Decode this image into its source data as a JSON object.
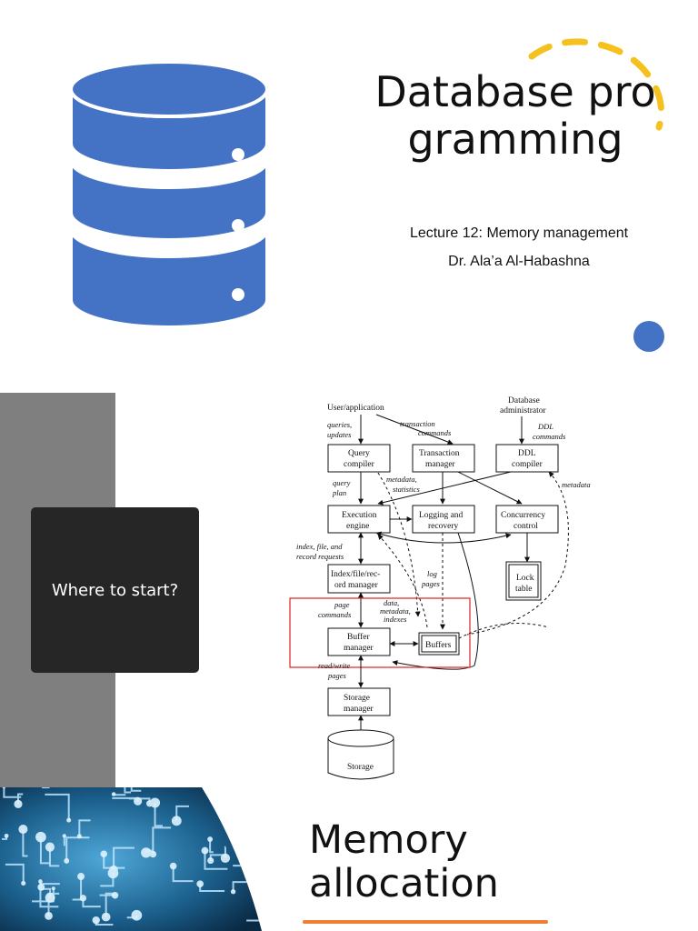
{
  "colors": {
    "db_blue": "#4472C4",
    "db_stroke": "#2F5597",
    "accent_yellow": "#F5C11E",
    "accent_blue": "#4472C4",
    "gray_band": "#7F7F7F",
    "dark_card": "#262626",
    "highlight_red": "#E02020",
    "underline_orange": "#ED7D31",
    "circuit_bg": "#0A2A44"
  },
  "icons": {
    "database": "database-icon",
    "circuit": "circuit-board-image"
  },
  "slide1": {
    "title": "Database programming",
    "lecture": "Lecture 12: Memory management",
    "author": "Dr. Ala’a Al-Habashna"
  },
  "slide2": {
    "card_text": "Where to start?",
    "diagram": {
      "user_application": "User/application",
      "database_admin_1": "Database",
      "database_admin_2": "administrator",
      "queries_1": "queries,",
      "queries_2": "updates",
      "transaction_commands_1": "transaction",
      "transaction_commands_2": "commands",
      "ddl_commands_1": "DDL",
      "ddl_commands_2": "commands",
      "query_compiler_1": "Query",
      "query_compiler_2": "compiler",
      "transaction_manager_1": "Transaction",
      "transaction_manager_2": "manager",
      "ddl_compiler_1": "DDL",
      "ddl_compiler_2": "compiler",
      "query_plan_1": "query",
      "query_plan_2": "plan",
      "metadata_statistics_1": "metadata,",
      "metadata_statistics_2": "statistics",
      "metadata": "metadata",
      "execution_engine_1": "Execution",
      "execution_engine_2": "engine",
      "logging_recovery_1": "Logging and",
      "logging_recovery_2": "recovery",
      "concurrency_control_1": "Concurrency",
      "concurrency_control_2": "control",
      "index_requests_1": "index, file, and",
      "index_requests_2": "record requests",
      "log_pages_1": "log",
      "log_pages_2": "pages",
      "lock_table_1": "Lock",
      "lock_table_2": "table",
      "index_manager_1": "Index/file/rec-",
      "index_manager_2": "ord manager",
      "page_commands_1": "page",
      "page_commands_2": "commands",
      "data_metadata_1": "data,",
      "data_metadata_2": "metadata,",
      "data_metadata_3": "indexes",
      "buffer_manager_1": "Buffer",
      "buffer_manager_2": "manager",
      "buffers": "Buffers",
      "read_write_1": "read/write",
      "read_write_2": "pages",
      "storage_manager_1": "Storage",
      "storage_manager_2": "manager",
      "storage": "Storage"
    }
  },
  "slide3": {
    "title_line1": "Memory",
    "title_line2": "allocation"
  }
}
